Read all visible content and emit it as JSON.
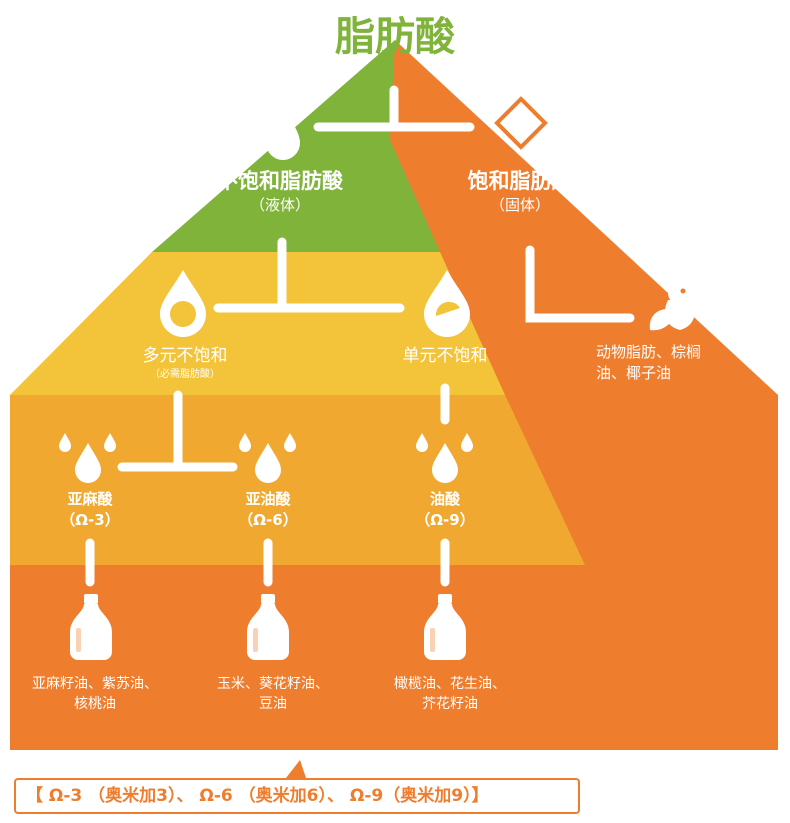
{
  "title": "脂肪酸",
  "unsaturated": {
    "name": "不饱和脂肪酸",
    "state": "（液体）"
  },
  "saturated": {
    "name": "饱和脂肪酸",
    "state": "（固体）",
    "sources": [
      "动物脂肪、棕榈",
      "油、椰子油"
    ]
  },
  "polyunsaturated": {
    "name": "多元不饱和",
    "note": "（必需脂肪酸）"
  },
  "monounsaturated": {
    "name": "单元不饱和"
  },
  "acids": [
    {
      "name": "亚麻酸",
      "omega": "（Ω-3）",
      "oils": [
        "亚麻籽油、紫苏油、",
        "核桃油"
      ]
    },
    {
      "name": "亚油酸",
      "omega": "（Ω-6）",
      "oils": [
        "玉米、葵花籽油、",
        "豆油"
      ]
    },
    {
      "name": "油酸",
      "omega": "（Ω-9）",
      "oils": [
        "橄榄油、花生油、",
        "芥花籽油"
      ]
    }
  ],
  "legend": "【 Ω-3 （奥米加3）、 Ω-6 （奥米加6）、 Ω-9（奥米加9）】",
  "colors": {
    "green": "#7fb33a",
    "orange": "#ee7d2e",
    "yellow": "#f3c43a",
    "amber": "#f0a830",
    "white": "#ffffff"
  }
}
